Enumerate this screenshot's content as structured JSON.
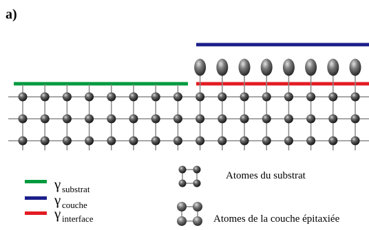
{
  "panel_label": "a)",
  "colors": {
    "substrat": "#009a3e",
    "couche": "#1b1f8a",
    "interface": "#e31b23",
    "grid": "#8a8a8a",
    "atom": "#2b2b2b"
  },
  "legend": {
    "symbol": "γ",
    "substrat": "substrat",
    "couche": "couche",
    "interface": "interface"
  },
  "atom_legend": {
    "substrat": "Atomes du substrat",
    "couche": "Atomes de la couche épitaxiée"
  },
  "structure": {
    "substrate_rows": 3,
    "substrate_columns": 16,
    "epitaxial_columns": 8
  }
}
